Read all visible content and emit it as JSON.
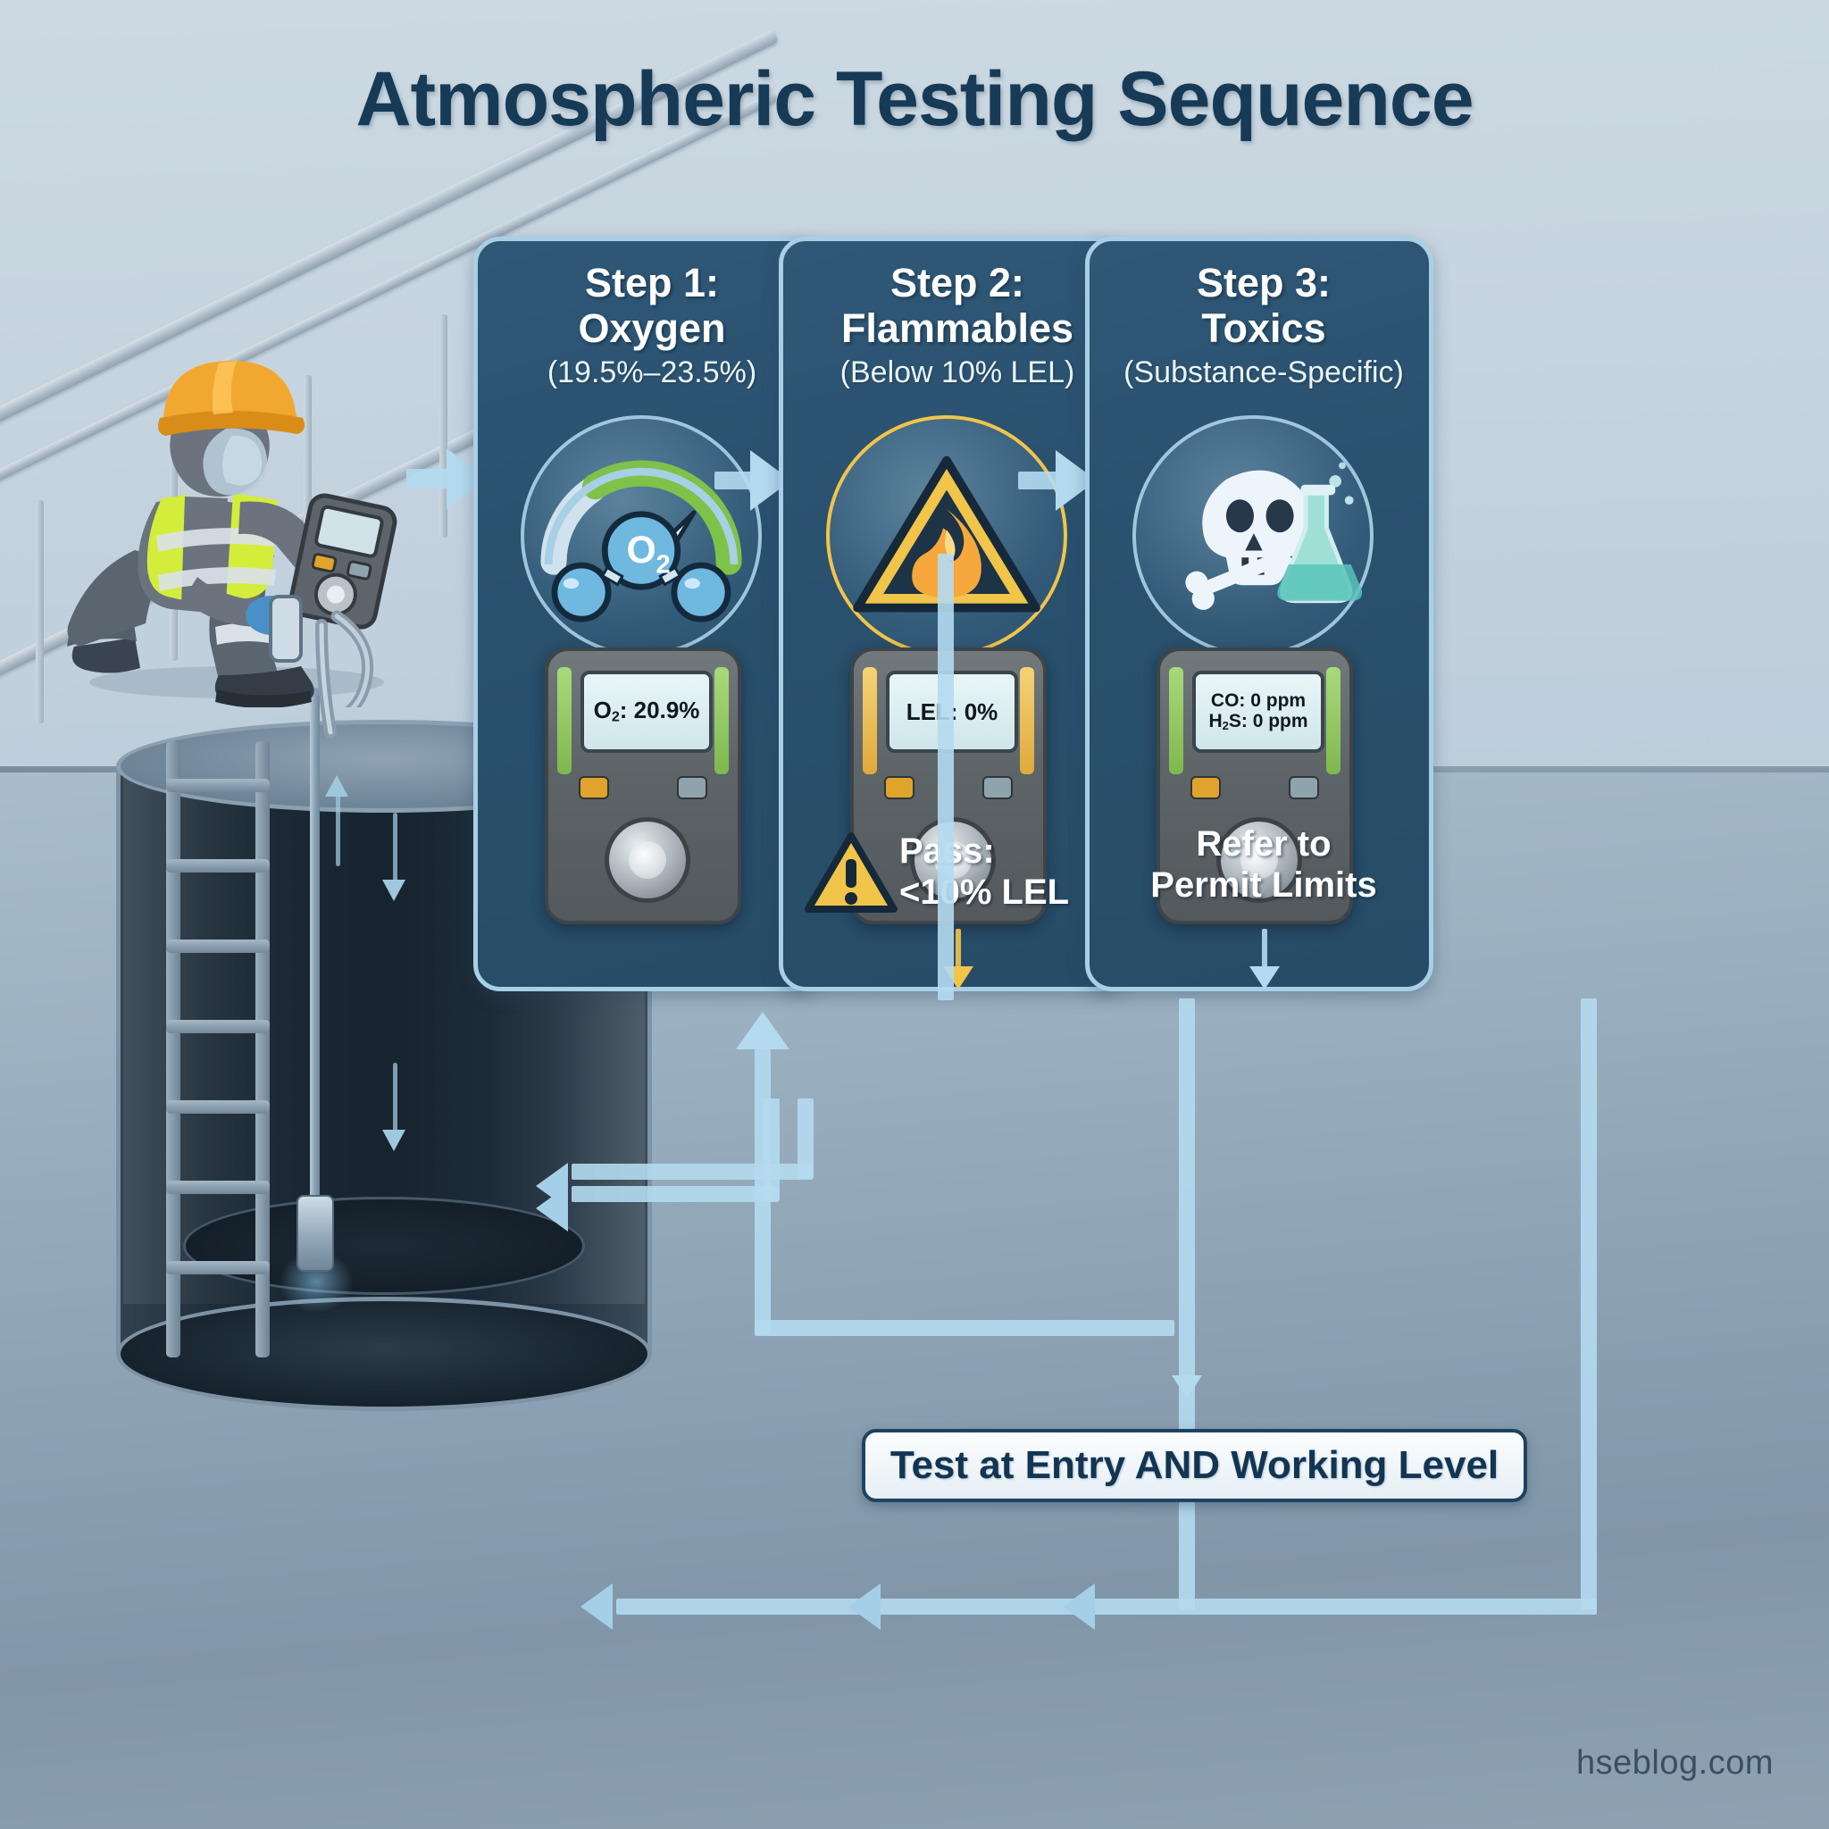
{
  "title": "Atmospheric Testing Sequence",
  "watermark": "hseblog.com",
  "steps": [
    {
      "step_label": "Step 1:",
      "name": "Oxygen",
      "range": "(19.5%–23.5%)",
      "badge_icon": "oxygen-gauge-icon",
      "badge_text": "O",
      "badge_sub": "2",
      "reading_label": "O",
      "reading_sub": "2",
      "reading_value": ": 20.9%",
      "result": "",
      "accent": "#7ec24a"
    },
    {
      "step_label": "Step 2:",
      "name": "Flammables",
      "range": "(Below 10% LEL)",
      "badge_icon": "flammable-hazard-icon",
      "reading_label": "LEL: 0%",
      "result_line1": "Pass:",
      "result_line2": "<10% LEL",
      "accent": "#f1c44a"
    },
    {
      "step_label": "Step 3:",
      "name": "Toxics",
      "range": "(Substance-Specific)",
      "badge_icon": "skull-and-flask-icon",
      "reading_line1": "CO: 0 ppm",
      "reading_line2_a": "H",
      "reading_line2_sub": "2",
      "reading_line2_b": "S: 0 ppm",
      "result_line1": "Refer to",
      "result_line2": "Permit Limits",
      "accent": "#b4daf0"
    }
  ],
  "banner": "Test at Entry AND Working Level",
  "scene": {
    "worker": "worker-kneeling-with-gas-detector",
    "hardhat_color": "#f0a830",
    "vest_color": "#d4ec3a",
    "tank": "confined-space-tank",
    "ladder": "tank-ladder",
    "probe": "sampling-probe"
  },
  "colors": {
    "card_fill": "#2b5370",
    "card_border": "#a9cfe6",
    "title": "#173a56",
    "arrow": "#b4daf0",
    "warning": "#f1c44a",
    "ok_green": "#7ec24a"
  }
}
